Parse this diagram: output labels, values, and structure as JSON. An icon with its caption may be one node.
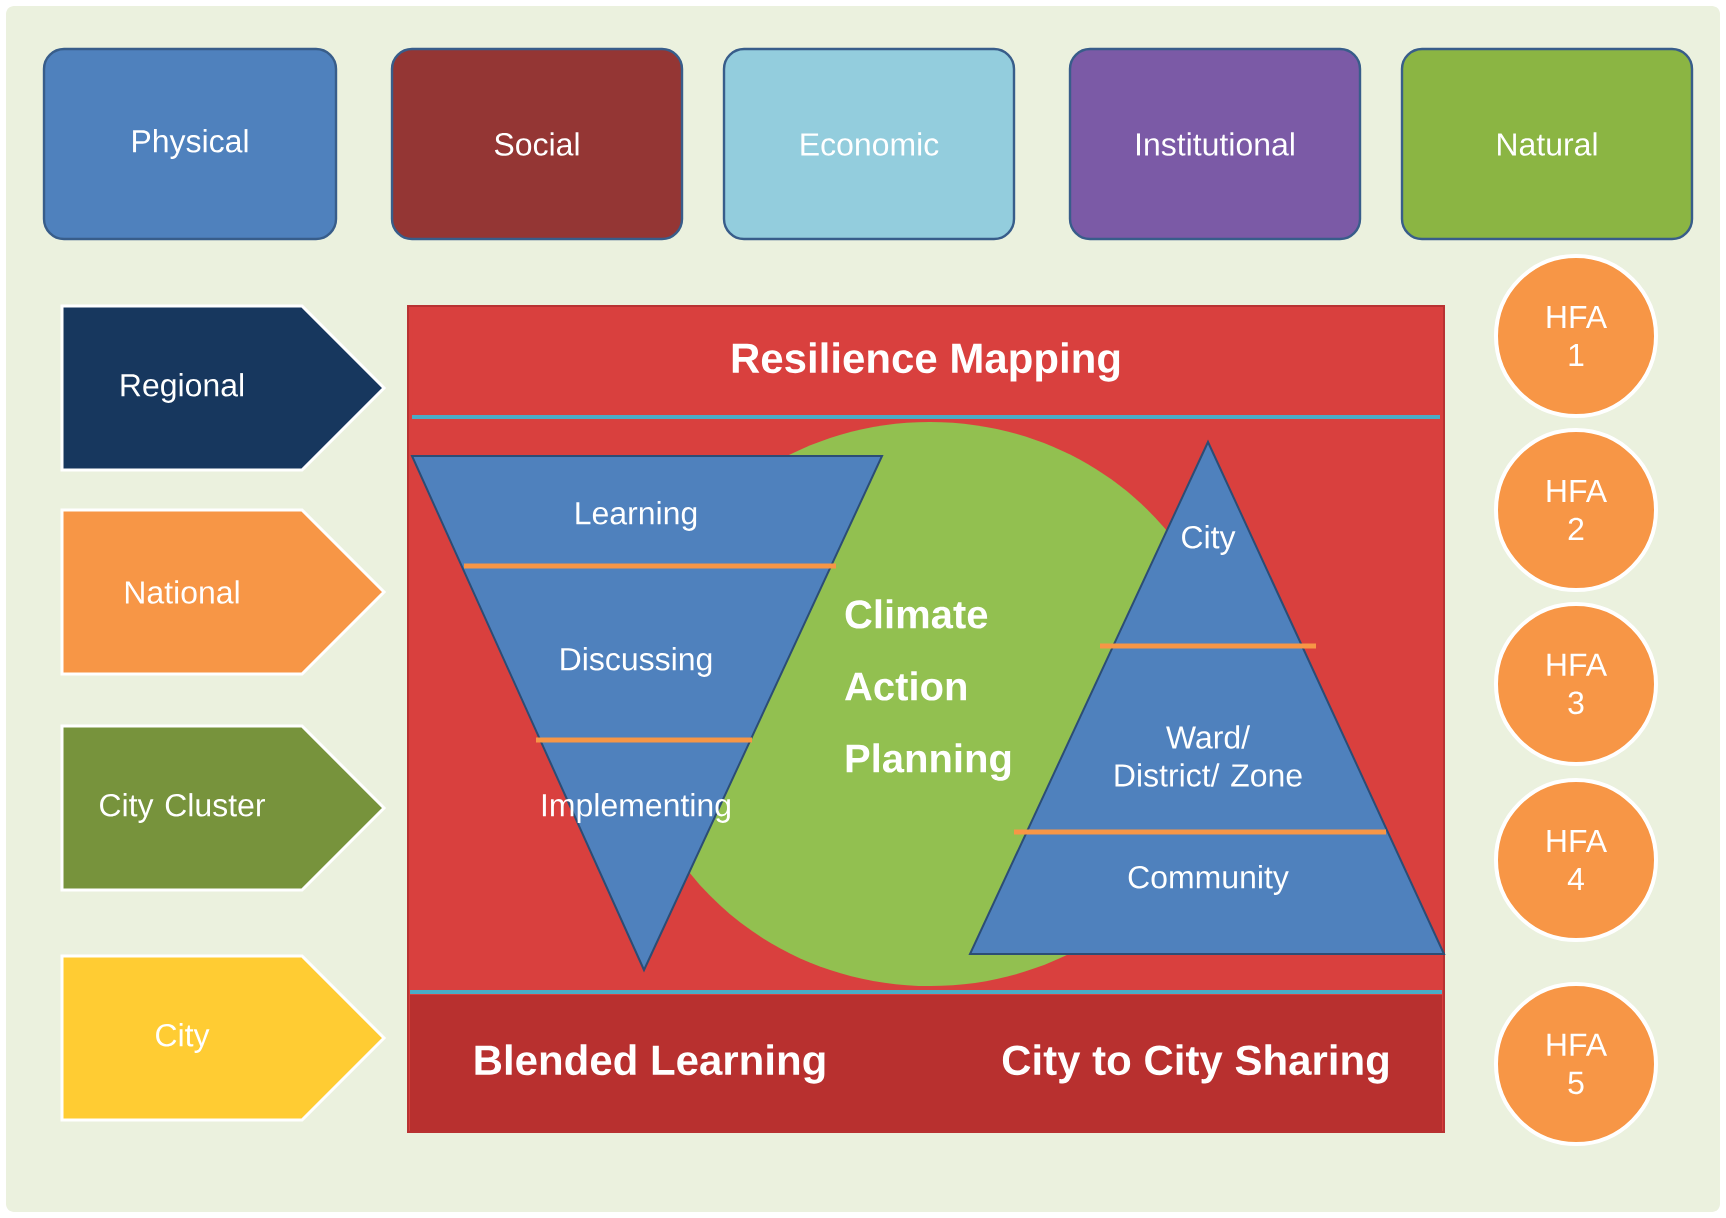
{
  "diagram": {
    "nodes": [
      {
        "text": [
          "Physical"
        ]
      },
      {
        "text": [
          "Social"
        ]
      },
      {
        "text": [
          "Economic"
        ]
      },
      {
        "text": [
          "Institutional"
        ]
      },
      {
        "text": [
          "Natural"
        ]
      },
      {
        "text": [
          "Regional"
        ]
      },
      {
        "text": [
          "National"
        ]
      },
      {
        "text": [
          "City Cluster"
        ]
      },
      {
        "text": [
          "City"
        ]
      },
      {
        "text": [],
        "shape": "box"
      },
      {
        "text": [
          "Resilience Mapping"
        ],
        "in": 9
      },
      {
        "text": [
          "Blended Learning",
          "City to City Sharing"
        ],
        "in": 9
      },
      {
        "text": [
          "Climate Action Planning"
        ],
        "in": 9
      },
      {
        "text": [
          "Learning",
          "Discussing",
          "Implementing"
        ],
        "in": 9
      },
      {
        "text": [
          "City",
          "Ward/ District/ Zone",
          "Community"
        ],
        "in": 9
      },
      {
        "text": [
          "HFA 1"
        ]
      },
      {
        "text": [
          "HFA 2"
        ]
      },
      {
        "text": [
          "HFA 3"
        ]
      },
      {
        "text": [
          "HFA 4"
        ]
      },
      {
        "text": [
          "HFA 5"
        ]
      }
    ],
    "edges": []
  }
}
